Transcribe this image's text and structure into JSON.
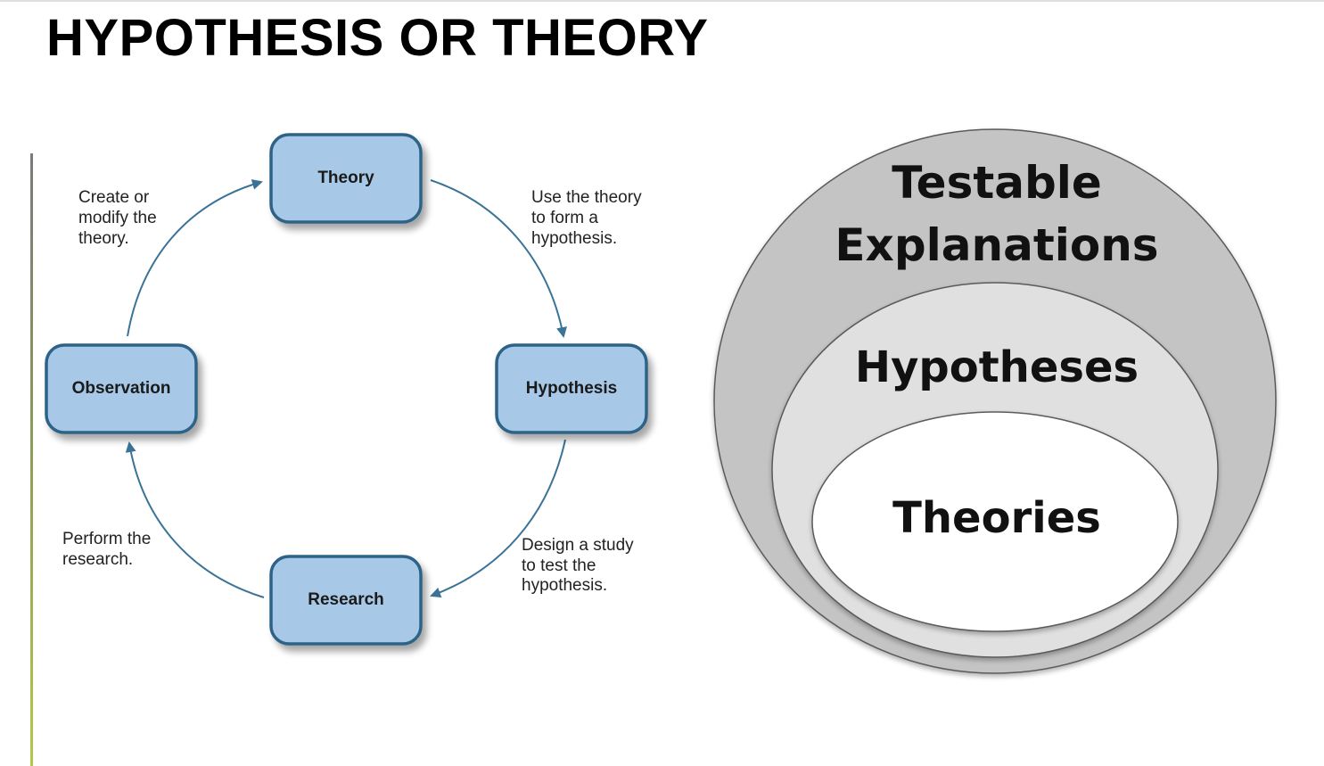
{
  "title": "HYPOTHESIS OR THEORY",
  "colors": {
    "node_fill": "#a7c8e6",
    "node_stroke": "#2e6388",
    "arrow": "#3a7396",
    "outer_ring": "#c4c4c4",
    "middle_ring": "#e0e0e0",
    "inner_ring": "#ffffff",
    "accent_line": "#b5c64a"
  },
  "cycle": {
    "nodes": {
      "theory": "Theory",
      "hypothesis": "Hypothesis",
      "research": "Research",
      "observation": "Observation"
    },
    "steps": {
      "create": [
        "Create or",
        "modify the",
        "theory."
      ],
      "use": [
        "Use the theory",
        "to form a",
        "hypothesis."
      ],
      "design": [
        "Design a study",
        "to test the",
        "hypothesis."
      ],
      "perform": [
        "Perform the",
        "research."
      ]
    }
  },
  "venn": {
    "outer": [
      "Testable",
      "Explanations"
    ],
    "middle": "Hypotheses",
    "inner": "Theories"
  }
}
